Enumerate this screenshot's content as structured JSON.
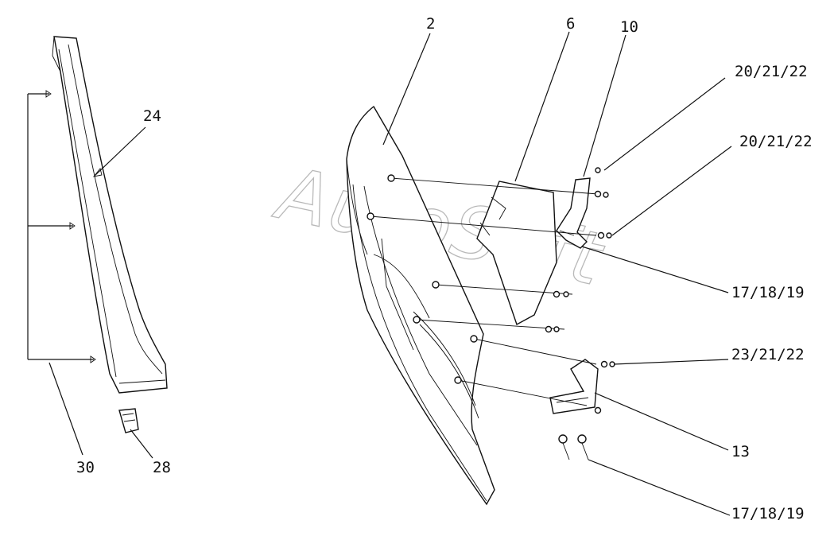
{
  "watermark": "AutoSoft",
  "callouts": {
    "c24": "24",
    "c30": "30",
    "c28": "28",
    "c2": "2",
    "c6": "6",
    "c10": "10",
    "c20a": "20/21/22",
    "c20b": "20/21/22",
    "c17a": "17/18/19",
    "c23": "23/21/22",
    "c13": "13",
    "c17b": "17/18/19"
  }
}
